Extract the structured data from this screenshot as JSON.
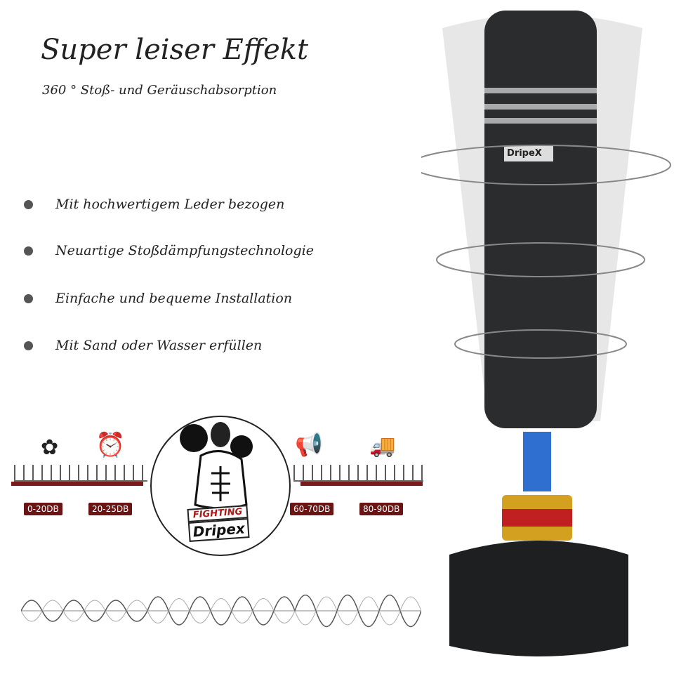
{
  "heading": {
    "title": "Super leiser Effekt",
    "subtitle": "360 ° Stoß- und Geräuschabsorption"
  },
  "features": [
    "Mit hochwertigem Leder bezogen",
    "Neuartige Stoßdämpfungstechnologie",
    "Einfache und bequeme Installation",
    "Mit Sand oder Wasser erfüllen"
  ],
  "noise_levels": [
    {
      "icon": "flower-icon",
      "label": "0-20DB"
    },
    {
      "icon": "alarm-clock-icon",
      "label": "20-25DB"
    },
    {
      "icon": "hair-dryer-icon",
      "label": "60-70DB"
    },
    {
      "icon": "delivery-truck-icon",
      "label": "80-90DB"
    }
  ],
  "logo": {
    "line1": "FIGHTING",
    "line2": "Dripex"
  },
  "product": {
    "brand": "DripeX"
  },
  "colors": {
    "badge": "#6b1414",
    "bag": "#2a2c2e",
    "pole": "#2e6fcf",
    "spring": "#d4a020"
  }
}
